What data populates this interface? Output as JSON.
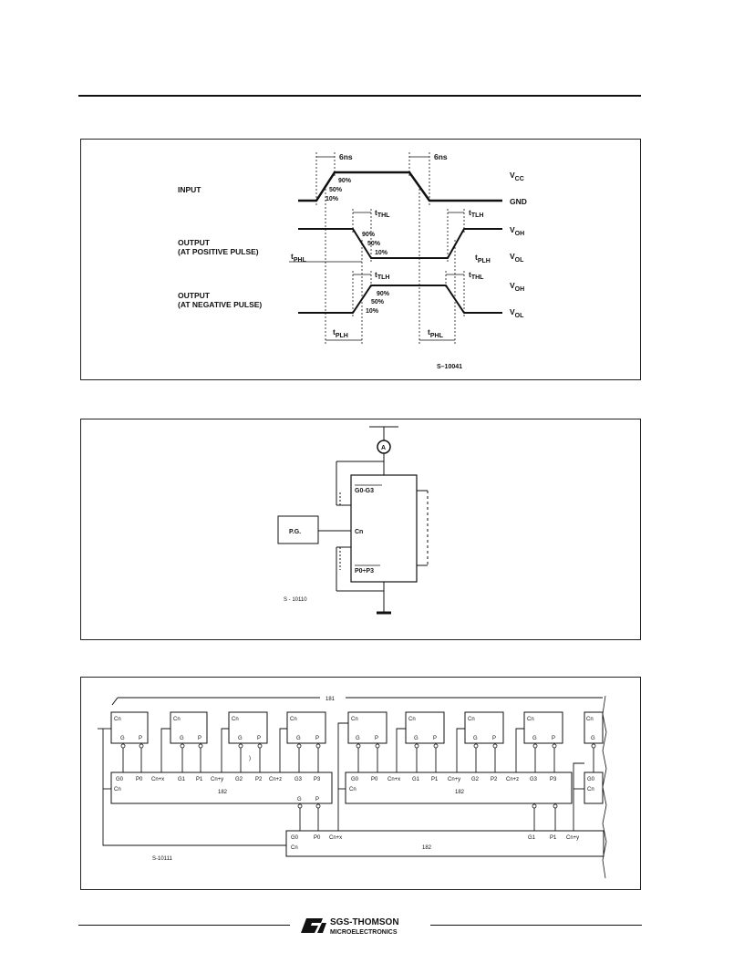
{
  "timing": {
    "rise_time": "6ns",
    "fall_time": "6ns",
    "input_label": "INPUT",
    "vcc": "V",
    "vcc_sub": "CC",
    "gnd": "GND",
    "pct90": "90%",
    "pct50": "50%",
    "pct10": "10%",
    "out_pos_l1": "OUTPUT",
    "out_pos_l2": "(AT POSITIVE PULSE)",
    "out_neg_l1": "OUTPUT",
    "out_neg_l2": "(AT NEGATIVE PULSE)",
    "t": "t",
    "thl": "THL",
    "tlh": "TLH",
    "phl": "PHL",
    "plh": "PLH",
    "voh": "V",
    "voh_sub": "OH",
    "vol": "V",
    "vol_sub": "OL",
    "fig_id": "S–10041"
  },
  "test_circuit": {
    "ammeter": "A",
    "pg_label": "P.G.",
    "g_pins": "G0-G3",
    "cn_pin": "Cn",
    "p_pins": "P0÷P3",
    "fig_id": "S - 10110"
  },
  "cascade": {
    "top_label": "181",
    "cn": "Cn",
    "g": "G",
    "p": "P",
    "g0": "G0",
    "p0": "P0",
    "cnx": "Cn+x",
    "g1": "G1",
    "p1": "P1",
    "cny": "Cn+y",
    "g2": "G2",
    "p2": "P2",
    "cnz": "Cn+z",
    "g3": "G3",
    "p3": "P3",
    "chip182": "182",
    "fig_id": "S-10111",
    "stray_mark": ")"
  },
  "footer": {
    "brand_line1": "SGS-THOMSON",
    "brand_line2": "MICROELECTRONICS"
  }
}
